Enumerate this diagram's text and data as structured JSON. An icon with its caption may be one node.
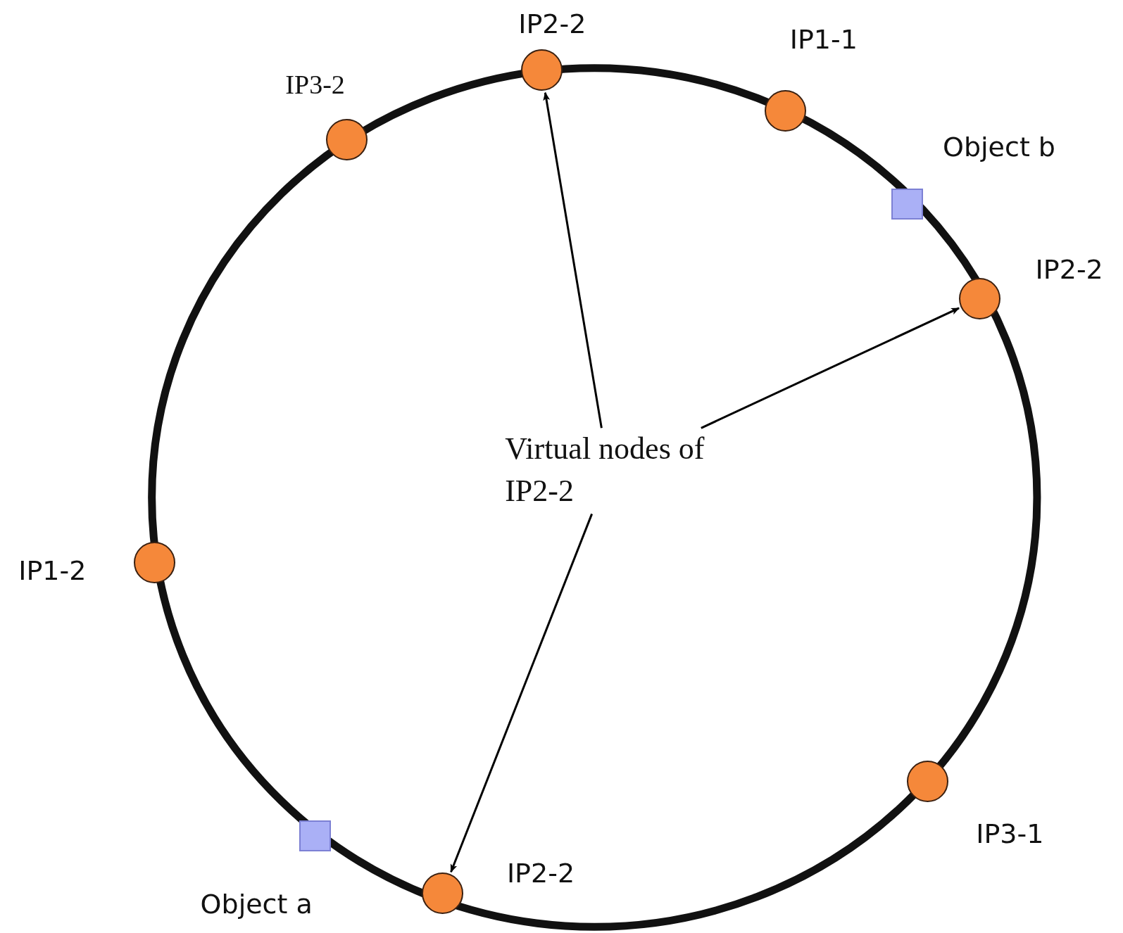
{
  "diagram": {
    "nodes": [
      {
        "text": [
          "IP2-2"
        ]
      },
      {
        "text": [
          "IP1-1"
        ]
      },
      {
        "text": [
          "IP3-2"
        ]
      },
      {
        "text": [
          "Object b"
        ]
      },
      {
        "text": [
          "IP2-2"
        ]
      },
      {
        "text": [
          "Virtual nodes of IP2-2"
        ]
      },
      {
        "text": [
          "IP1-2"
        ]
      },
      {
        "text": [
          "IP3-1"
        ]
      },
      {
        "text": [
          "Object a"
        ]
      },
      {
        "text": [
          "IP2-2"
        ]
      }
    ],
    "edges": [
      {
        "from": 5,
        "to": 0,
        "arrow": "to"
      },
      {
        "from": 5,
        "to": 4,
        "arrow": "to"
      },
      {
        "from": 5,
        "to": 9,
        "arrow": "to"
      }
    ]
  }
}
